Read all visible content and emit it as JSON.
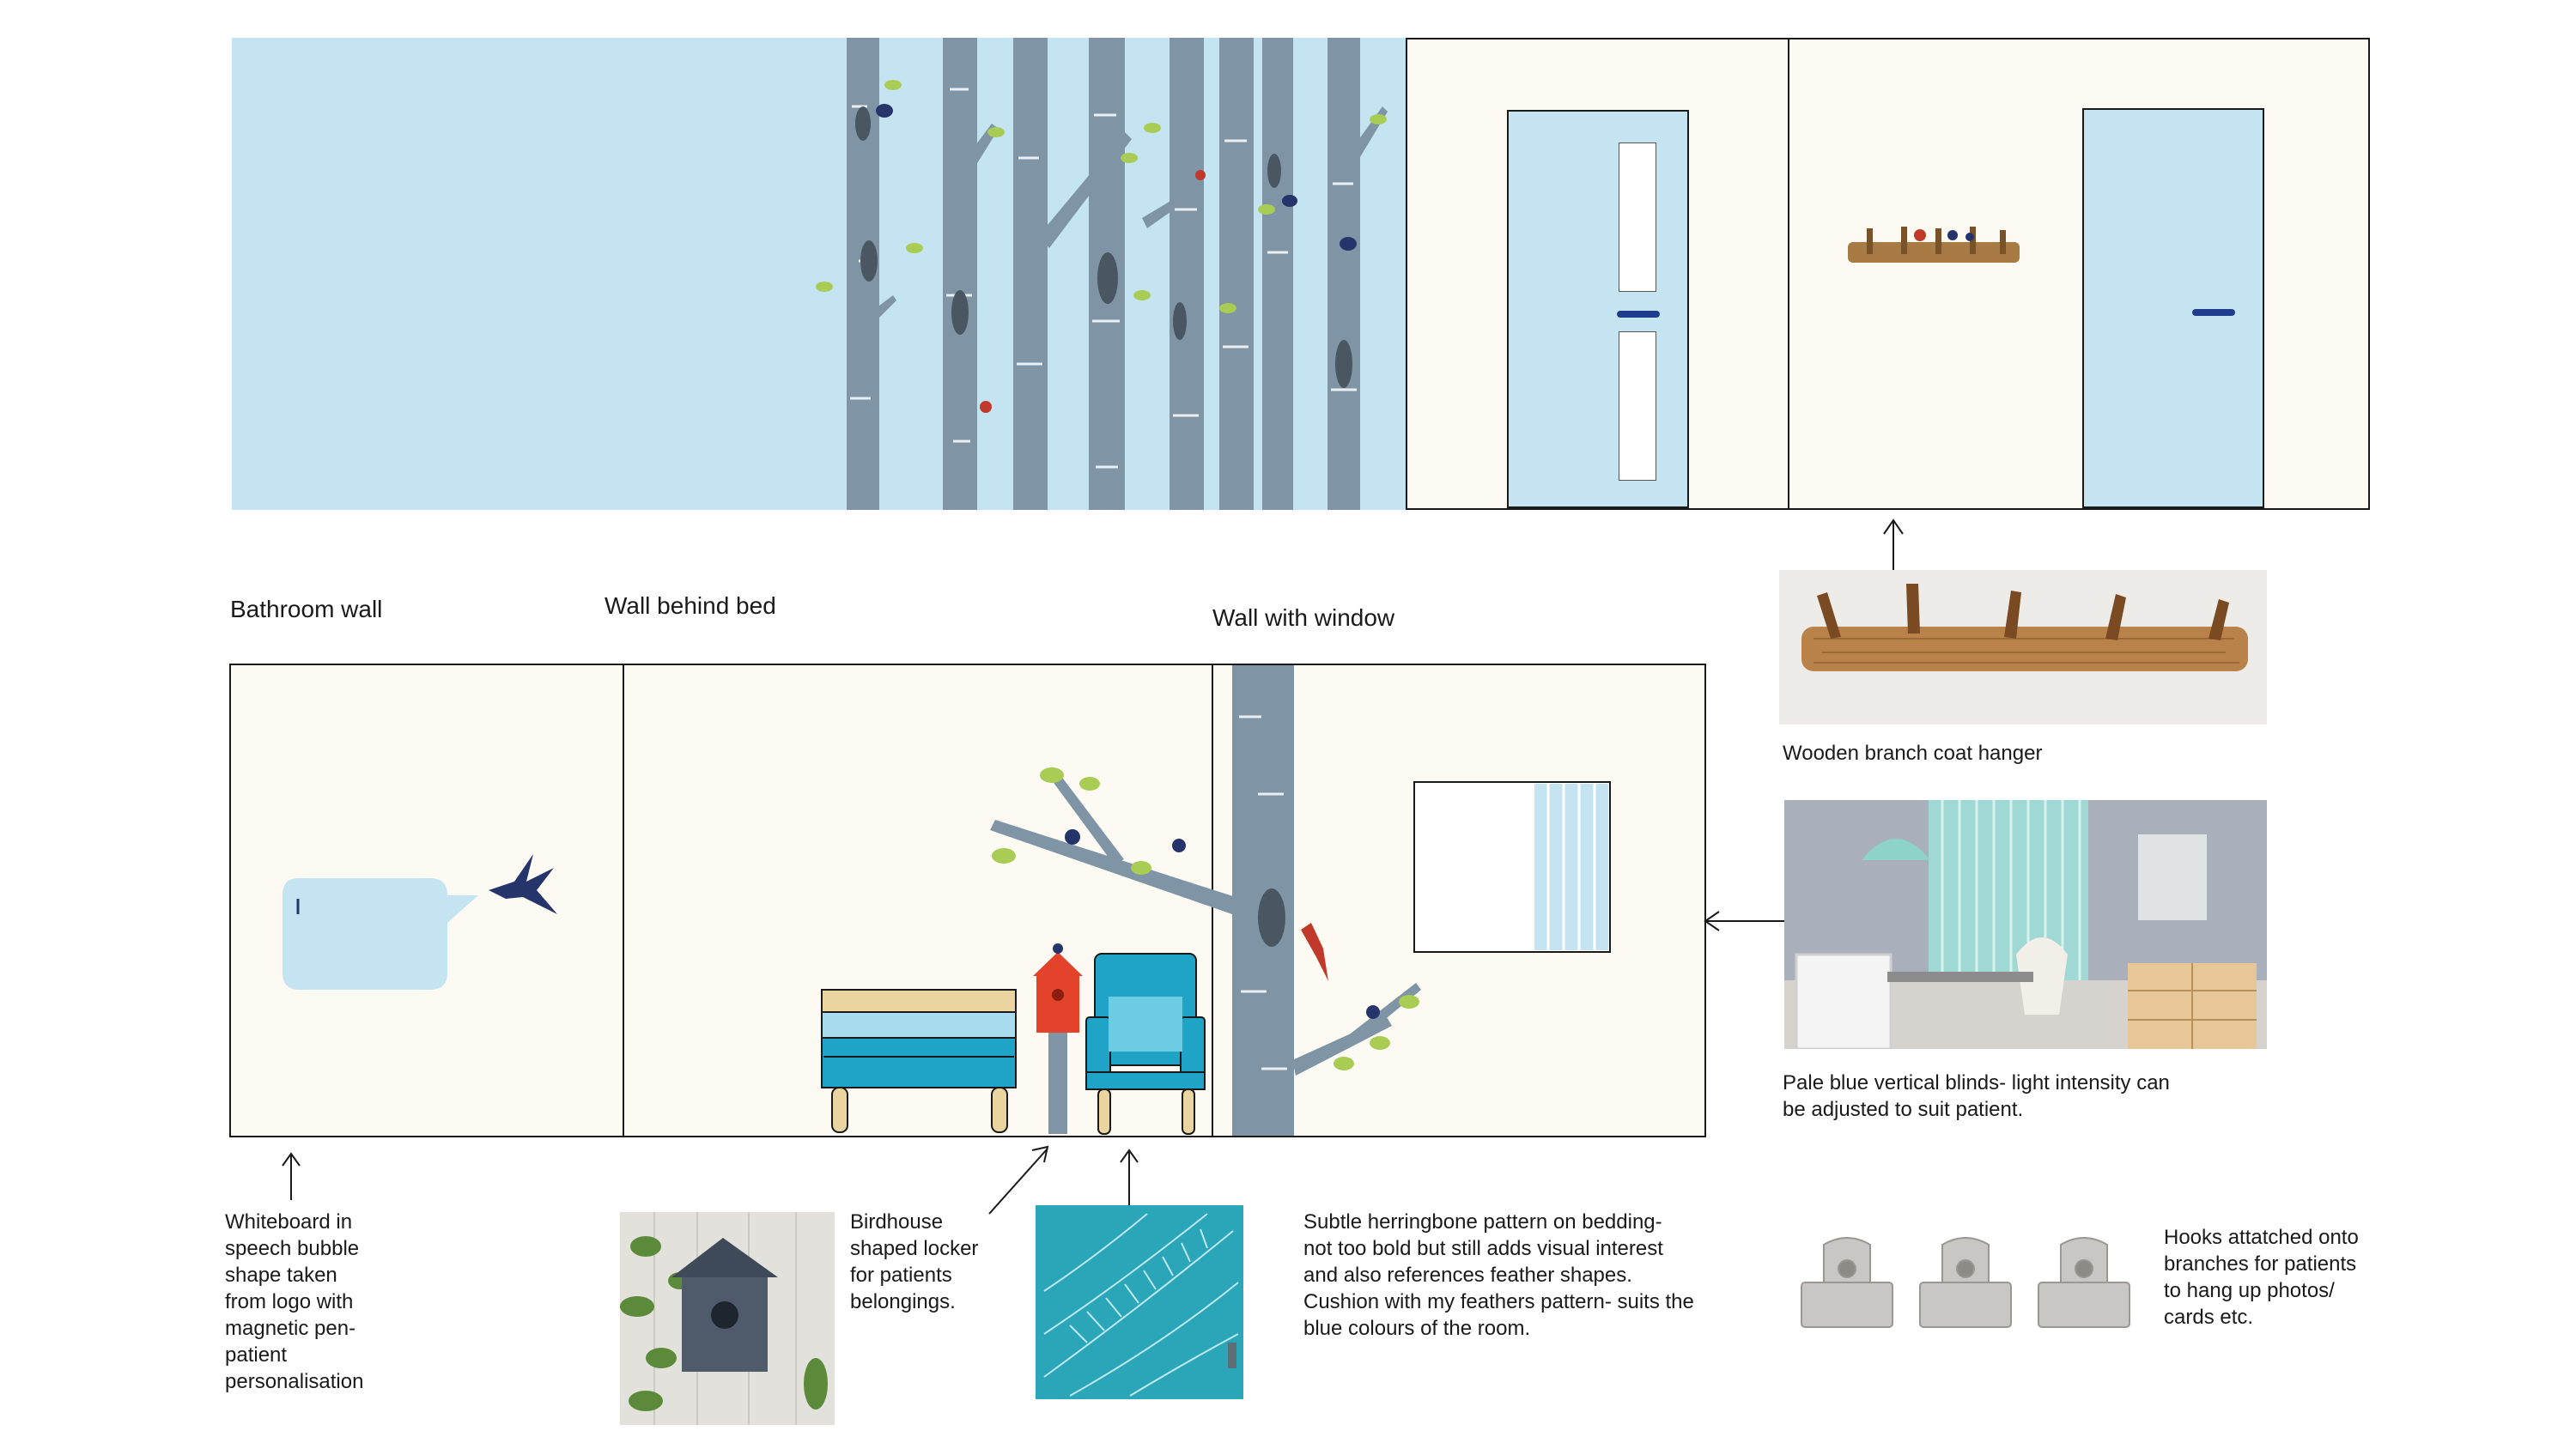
{
  "labels": {
    "bathroom_wall": "Bathroom wall",
    "wall_behind_bed": "Wall behind bed",
    "wall_with_window": "Wall with window",
    "coat_hanger": "Wooden branch coat hanger"
  },
  "notes": {
    "blinds": "Pale blue vertical blinds- light intensity can\nbe adjusted to suit patient.",
    "whiteboard": "Whiteboard in\nspeech bubble\nshape taken\nfrom logo with\nmagnetic pen-\npatient\npersonalisation",
    "birdhouse": "Birdhouse\nshaped locker\nfor patients\nbelongings.",
    "herringbone": "Subtle herringbone pattern on bedding-\nnot too bold but still adds visual interest\nand also references feather shapes.\nCushion with my feathers pattern- suits the\nblue colours of the room.",
    "hooks": "Hooks attatched onto\nbranches for patients\nto hang up photos/\ncards etc."
  },
  "colors": {
    "wall_blue": "#c4e4f1",
    "wall_cream": "#fdfaf3",
    "trunk_grey": "#7f95a5",
    "leaf_green": "#a9cc55",
    "chair_teal": "#1fa3c7",
    "locker_red": "#e2432a",
    "door_blue": "#c4e4f1",
    "handle_navy": "#1f3d8c",
    "bird_navy": "#25356b"
  },
  "icons": [
    "swallow-icon",
    "bird-icon",
    "woodpecker-icon",
    "arrow-up-icon",
    "arrow-left-icon"
  ]
}
